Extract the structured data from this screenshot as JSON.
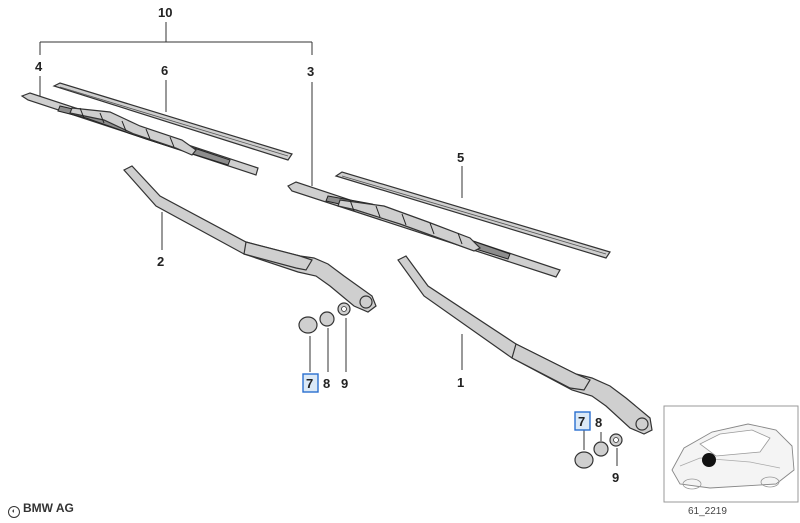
{
  "callouts": {
    "c10": "10",
    "c4": "4",
    "c6": "6",
    "c3": "3",
    "c5": "5",
    "c2": "2",
    "c1": "1",
    "c7a": "7",
    "c8a": "8",
    "c9a": "9",
    "c7b": "7",
    "c8b": "8",
    "c9b": "9"
  },
  "footer": {
    "brand": "BMW AG",
    "drawing_id": "61_2219"
  },
  "colors": {
    "highlight_border": "#2a6fcf",
    "highlight_fill": "#dbe9f7",
    "line": "#333333"
  }
}
